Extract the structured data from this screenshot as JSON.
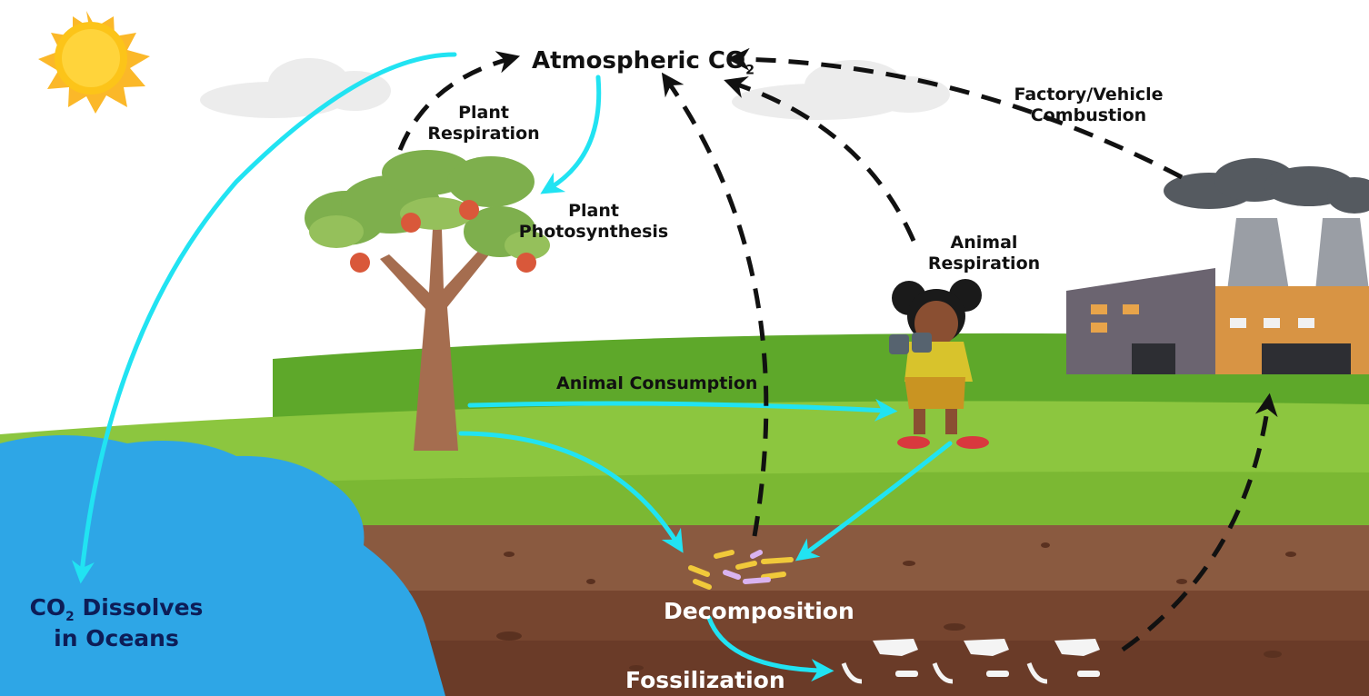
{
  "labels": {
    "atmospheric_co2": "Atmospheric CO",
    "atmospheric_sub": "2",
    "plant_respiration": [
      "Plant",
      "Respiration"
    ],
    "plant_photosynthesis": [
      "Plant",
      "Photosynthesis"
    ],
    "factory_combustion": [
      "Factory/Vehicle",
      "Combustion"
    ],
    "animal_respiration": [
      "Animal",
      "Respiration"
    ],
    "animal_consumption": "Animal Consumption",
    "decomposition": "Decomposition",
    "fossilization": "Fossilization",
    "ocean_co2": "CO",
    "ocean_sub": "2",
    "ocean_line1": "Dissolves",
    "ocean_line2": "in Oceans"
  },
  "colors": {
    "sky": "#ffffff",
    "grass_dark": "#5ea82a",
    "grass_light": "#8cc63f",
    "soil": "#7a4a36",
    "ocean": "#2ea6e6",
    "cyan_arrow": "#21e3f2",
    "dashed_arrow": "#111111",
    "sun": "#fcc419"
  },
  "icons": [
    "sun-icon",
    "cloud-icon",
    "tree-icon",
    "girl-icon",
    "factory-icon",
    "bacteria-icon",
    "fossil-icon"
  ]
}
